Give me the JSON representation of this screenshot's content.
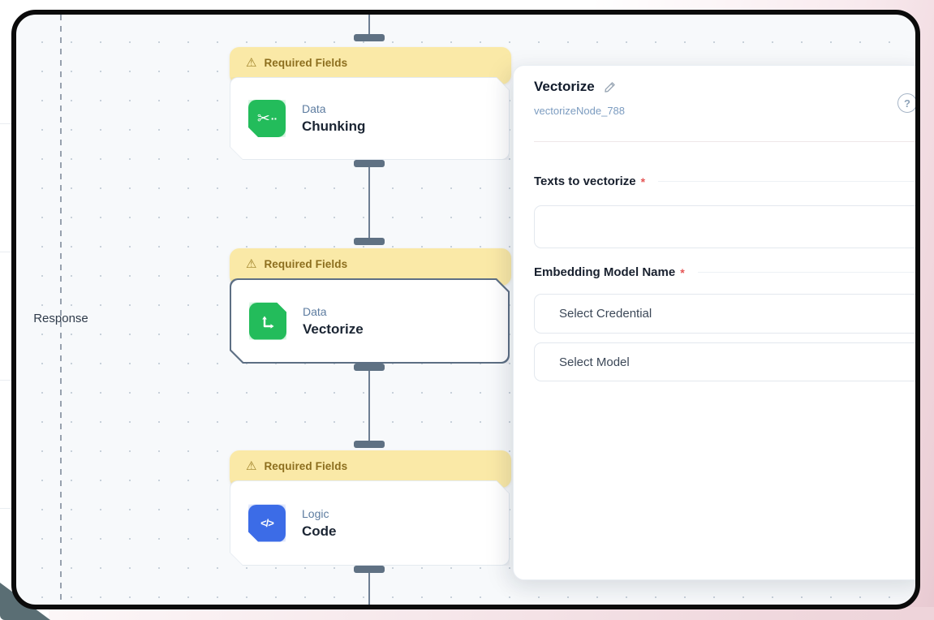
{
  "canvas": {
    "response_label": "Response",
    "nodes": [
      {
        "banner": "Required Fields",
        "category": "Data",
        "title": "Chunking",
        "icon": "chunking-scissors-icon",
        "accent": "#23bc5b"
      },
      {
        "banner": "Required Fields",
        "category": "Data",
        "title": "Vectorize",
        "icon": "vectorize-arrows-icon",
        "accent": "#23bc5b",
        "selected": true
      },
      {
        "banner": "Required Fields",
        "category": "Logic",
        "title": "Code",
        "icon": "code-icon",
        "accent": "#3c6ce7"
      }
    ],
    "warning_glyph": "⚠",
    "code_glyph": "</>",
    "scissors_glyph": "✂",
    "scissors_dots": "··"
  },
  "panel": {
    "title": "Vectorize",
    "node_id": "vectorizeNode_788",
    "help_glyph": "?",
    "required_marker": "*",
    "texts_label": "Texts to vectorize",
    "texts_value": "",
    "embedding_label": "Embedding Model Name",
    "credential_placeholder": "Select Credential",
    "model_placeholder": "Select Model"
  },
  "colors": {
    "banner_bg": "#fae9a7",
    "banner_text": "#8c6e1e",
    "node_green": "#23bc5b",
    "node_blue": "#3c6ce7",
    "selected_border": "#5d6f84",
    "edge": "#5f7183",
    "required_red": "#e55656",
    "canvas_bg": "#f7f9fb",
    "frame_border": "#0b0b0b",
    "outer_pink": "#e7c9d1"
  }
}
